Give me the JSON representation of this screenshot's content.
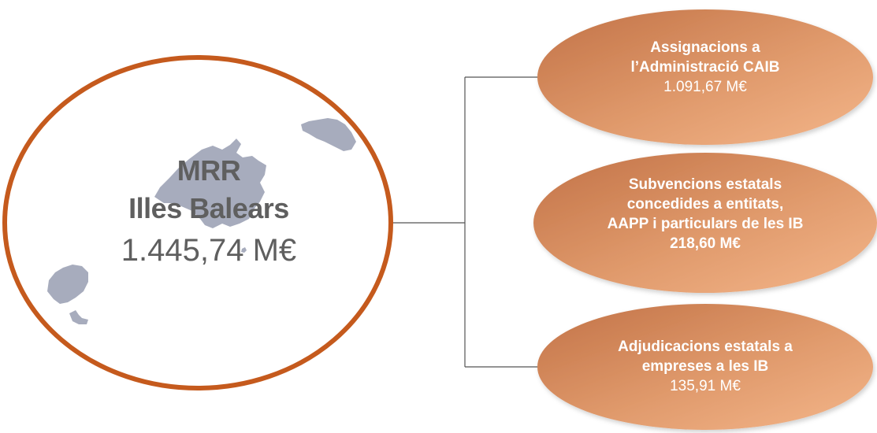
{
  "center": {
    "title_line1": "MRR",
    "title_line2": "Illes Balears",
    "total": "1.445,74 M€"
  },
  "branches": [
    {
      "lines": [
        "Assignacions a",
        "l’Administració CAIB"
      ],
      "amount": "1.091,67 M€",
      "amount_bold": false
    },
    {
      "lines": [
        "Subvencions estatals",
        "concedides a entitats,",
        "AAPP i particulars de les IB"
      ],
      "amount": "218,60 M€",
      "amount_bold": true
    },
    {
      "lines": [
        "Adjudicacions estatals a",
        "empreses a les IB"
      ],
      "amount": "135,91 M€",
      "amount_bold": false
    }
  ],
  "colors": {
    "circle_border": "#c55a1d",
    "oval_fill_start": "#c87a4c",
    "oval_fill_end": "#f2b182",
    "islands": "#a7acbd",
    "connector": "#555555",
    "center_text": "#5f5f5f"
  }
}
